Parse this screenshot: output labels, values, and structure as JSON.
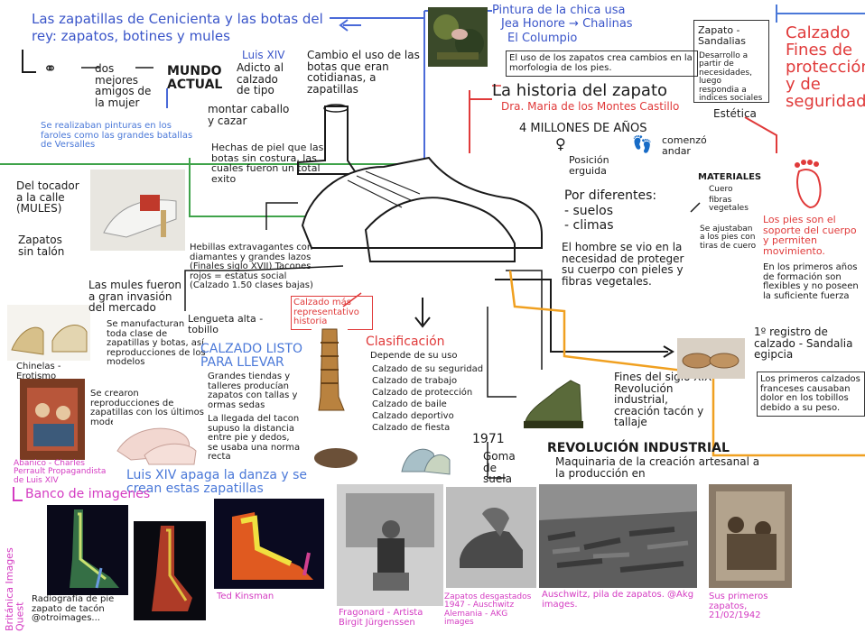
{
  "top_left": {
    "line1": "Las zapatillas de Cenicienta y las botas del",
    "line2": "rey: zapatos, botines y mules"
  },
  "top_center": {
    "luis_title": "Luis XIV",
    "luis_text": "Adicto al calzado de tipo",
    "cambio": "Cambio el uso de las botas que eran cotidianas, a zapatillas",
    "pintura_line1": "Pintura de la chica usa",
    "pintura_line2": "Jea Honore → Chalinas",
    "pintura_line3": "El Columpio"
  },
  "mundo": {
    "dos_mejores": "dos mejores amigos de la mujer",
    "mundo_actual": "MUNDO ACTUAL"
  },
  "notes_left": {
    "pinturas": "Se realizaban pinturas en los faroles como las grandes batallas de Versalles",
    "montar": "montar caballo y cazar",
    "hechas": "Hechas de piel que las botas sin costura, las cuales fueron un total exito"
  },
  "center_title": {
    "uso": "El uso de los zapatos crea cambios en la morfologia de los pies.",
    "title": "La historia del zapato",
    "author": "Dra. Maria de los Montes Castillo",
    "millones": "4 MILLONES DE AÑOS",
    "posicion": "Posición erguida",
    "comenzo": "comenzó andar",
    "por_diferentes": "Por diferentes:",
    "suelos": "- suelos",
    "climas": "- climas",
    "hombre": "El hombre se vio en la necesidad de proteger su cuerpo con pieles y fibras vegetales."
  },
  "materiales": {
    "title": "MATERIALES",
    "cuero": "Cuero",
    "fibras": "fibras vegetales",
    "ajustaban": "Se ajustaban a los pies con tiras de cuero"
  },
  "zapato_box": {
    "title": "Zapato - Sandalias",
    "text": "Desarrollo a partir de necesidades, luego respondia a indices sociales",
    "estetica": "Estética"
  },
  "right_panel": {
    "calzado": "Calzado Fines de protección y de seguridad",
    "pies": "Los pies son el soporte del cuerpo y permiten movimiento.",
    "primeros": "En los primeros años de formación son flexibles y no poseen la suficiente fuerza"
  },
  "left_column": {
    "del_tocador": "Del tocador a la calle (MULES)",
    "zapatos_sin": "Zapatos sin talón",
    "chinelas": "Chinelas - Erotismo",
    "abanico": "Abanico - Charles Perrault Propagandista de Luis XIV"
  },
  "middle_left": {
    "hebillas": "Hebillas extravagantes con diamantes y grandes lazos (Finales siglo XVII) Tacones rojos = estatus social (Calzado 1.50 clases bajas)",
    "mules": "Las mules fueron a gran invasión del mercado",
    "manufacturan": "Se manufacturan toda clase de zapatillas y botas, así reproducciones de los modelos",
    "reproducciones": "Se crearon reproducciones de zapatillas con los últimos modelos",
    "lengueta": "Lengueta alta - tobillo"
  },
  "calzado_listo": {
    "title": "CALZADO LISTO PARA LLEVAR",
    "tiendas": "Grandes tiendas y talleres producían zapatos con tallas y ormas sedas",
    "llegada": "La llegada del tacon supuso la distancia entre pie y dedos, se usaba una norma recta",
    "luis_danza": "Luis XIV apaga la danza y se crean estas zapatillas"
  },
  "clasificacion": {
    "badge": "Calzado más representativo historia",
    "title": "Clasificación",
    "depende": "Depende de su uso",
    "items": [
      "Calzado de su seguridad",
      "Calzado de trabajo",
      "Calzado de protección",
      "Calzado de baile",
      "Calzado deportivo",
      "Calzado de fiesta"
    ]
  },
  "revolucion": {
    "fecha": "1971",
    "suela": "Goma de suela",
    "title": "REVOLUCIÓN INDUSTRIAL",
    "text": "Maquinaria de la creación artesanal a la producción en"
  },
  "fines_siglo": {
    "text": "Fines del siglo XIX Revolución industrial, creación tacón y tallaje"
  },
  "registro": {
    "text": "1º registro de calzado - Sandalia egipcia",
    "box": "Los primeros calzados franceses causaban dolor en los tobillos debido a su peso."
  },
  "banco": {
    "title": "Banco de imagenes",
    "side": "Británica Images Quest",
    "radiografia": "Radiografía de pie zapato de tacón @otroimages...",
    "ted": "Ted Kinsman",
    "fragonard": "Fragonard - Artista Birgit Jürgenssen",
    "zapatos_desgastados": "Zapatos desgastados 1947 - Auschwitz Alemania - AKG images",
    "auschwitz": "Auschwitz, pila de zapatos. @Akg images.",
    "primeros_zapatos": "Sus primeros zapatos, 21/02/1942"
  },
  "colors": {
    "black": "#1a1a1a",
    "blue": "#3a55c9",
    "red": "#e03a3a",
    "pink": "#d43bc2",
    "green": "#3fa34a",
    "orange": "#f0a020"
  }
}
